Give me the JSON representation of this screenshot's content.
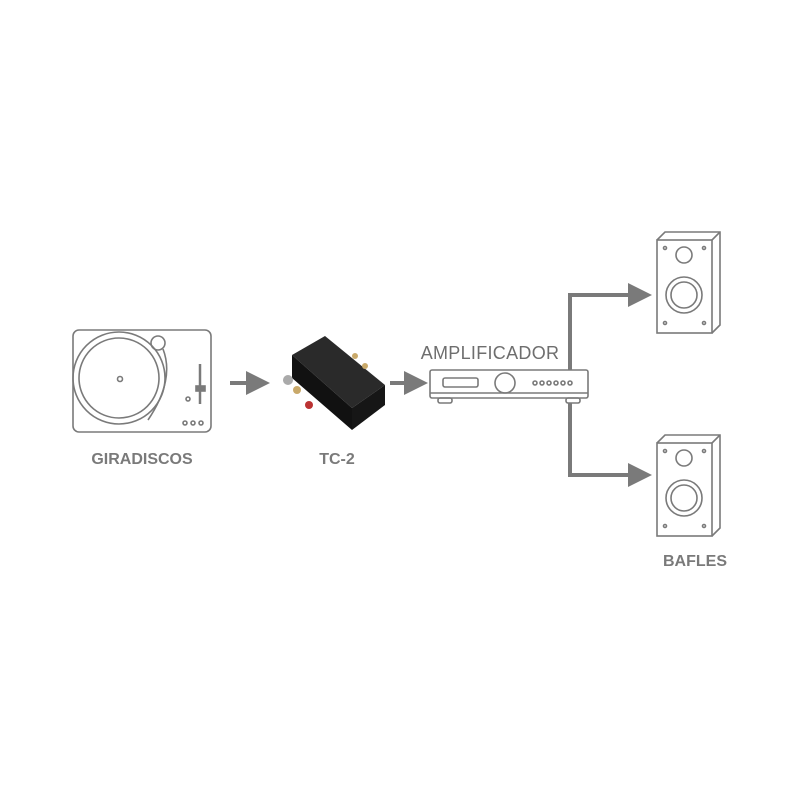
{
  "labels": {
    "turntable": "GIRADISCOS",
    "converter": "TC-2",
    "amplifier": "AMPLIFICADOR",
    "speakers": "BAFLES"
  },
  "colors": {
    "line": "#7a7a7a",
    "device": "#1e1e1e"
  }
}
